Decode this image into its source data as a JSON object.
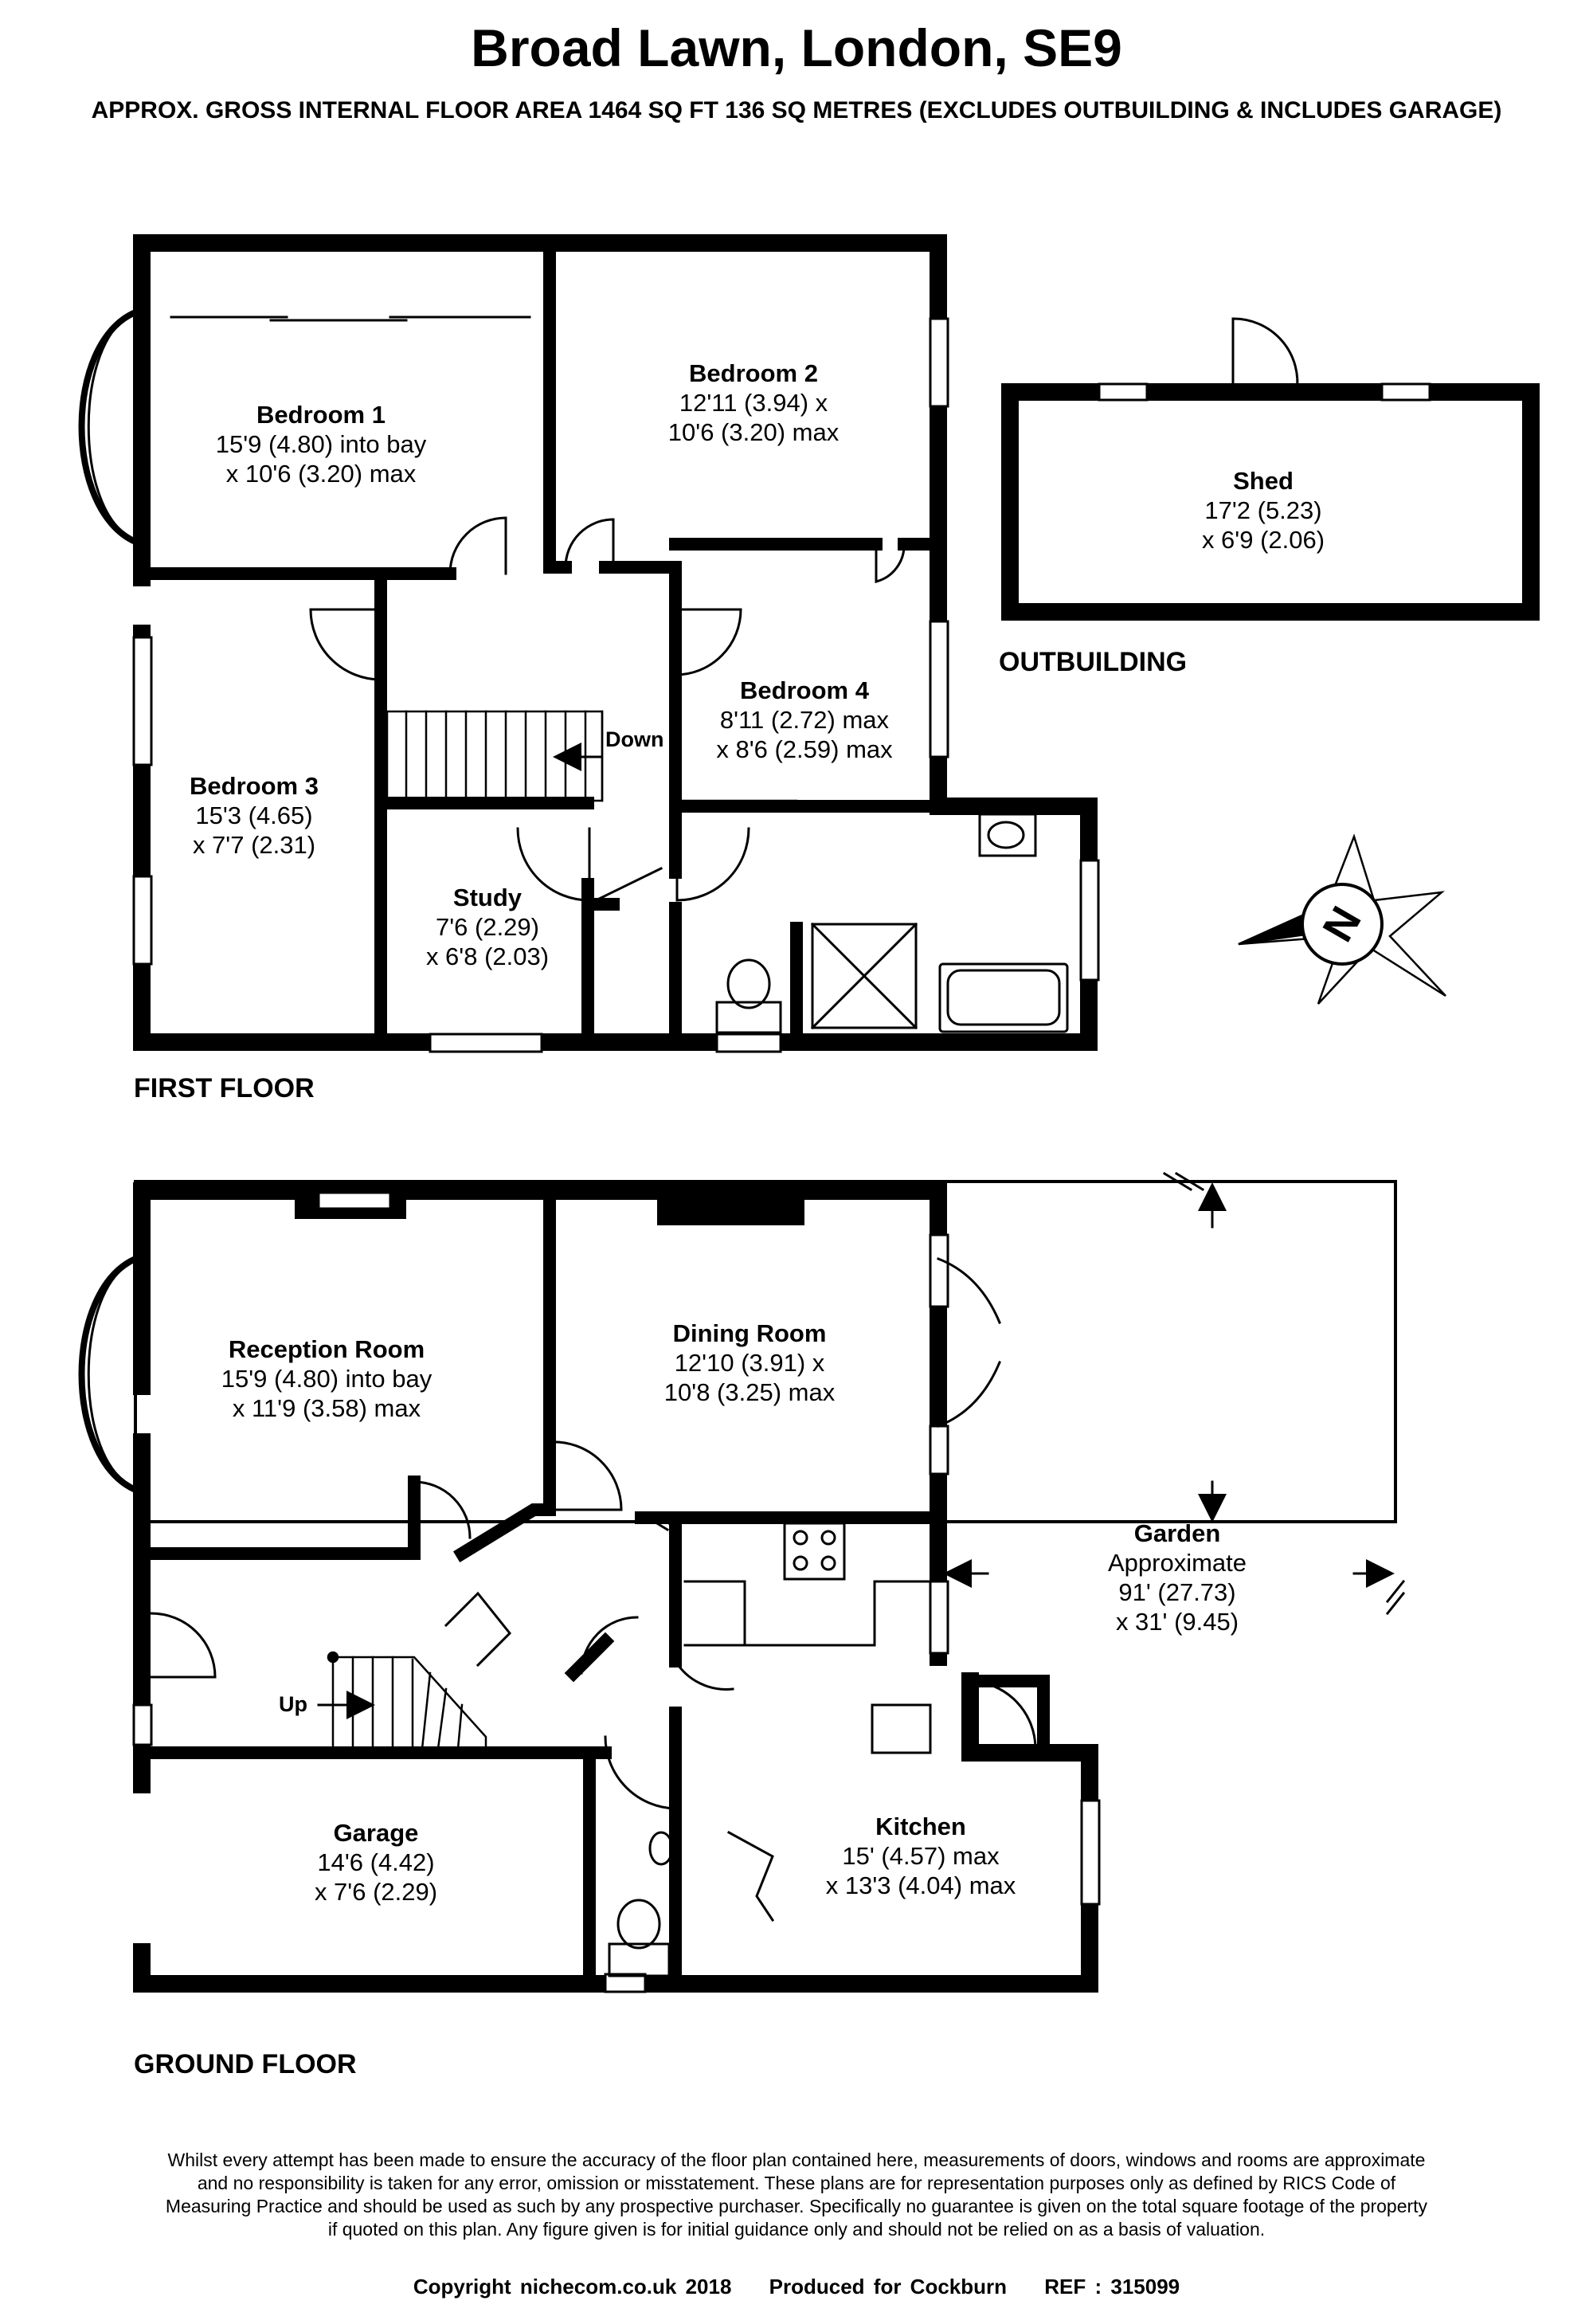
{
  "header": {
    "title": "Broad Lawn, London, SE9",
    "subtitle": "APPROX. GROSS INTERNAL FLOOR AREA 1464 SQ FT 136 SQ METRES (EXCLUDES OUTBUILDING & INCLUDES GARAGE)"
  },
  "first_floor": {
    "label": "FIRST FLOOR",
    "rooms": [
      {
        "name": "Bedroom 1",
        "dim1": "15'9 (4.80) into bay",
        "dim2": "x 10'6 (3.20) max"
      },
      {
        "name": "Bedroom 2",
        "dim1": "12'11 (3.94) x",
        "dim2": "10'6 (3.20) max"
      },
      {
        "name": "Bedroom 3",
        "dim1": "15'3 (4.65)",
        "dim2": "x 7'7 (2.31)"
      },
      {
        "name": "Bedroom 4",
        "dim1": "8'11 (2.72) max",
        "dim2": "x 8'6 (2.59) max"
      },
      {
        "name": "Study",
        "dim1": "7'6 (2.29)",
        "dim2": "x 6'8 (2.03)"
      }
    ],
    "stair_label": "Down"
  },
  "outbuilding": {
    "label": "OUTBUILDING",
    "room": {
      "name": "Shed",
      "dim1": "17'2 (5.23)",
      "dim2": "x 6'9 (2.06)"
    }
  },
  "ground_floor": {
    "label": "GROUND FLOOR",
    "rooms": [
      {
        "name": "Reception Room",
        "dim1": "15'9 (4.80) into bay",
        "dim2": "x 11'9 (3.58) max"
      },
      {
        "name": "Dining Room",
        "dim1": "12'10 (3.91) x",
        "dim2": "10'8 (3.25) max"
      },
      {
        "name": "Garden",
        "dim0": "Approximate",
        "dim1": "91' (27.73)",
        "dim2": "x 31' (9.45)"
      },
      {
        "name": "Garage",
        "dim1": "14'6 (4.42)",
        "dim2": "x 7'6 (2.29)"
      },
      {
        "name": "Kitchen",
        "dim1": "15' (4.57) max",
        "dim2": "x 13'3 (4.04) max"
      }
    ],
    "stair_label": "Up"
  },
  "compass": {
    "letter": "N",
    "icon": "compass-icon"
  },
  "disclaimer": "Whilst every attempt has been made to ensure the accuracy of the floor plan contained here, measurements of doors, windows and rooms are approximate and no responsibility is taken for any error, omission or misstatement. These plans are for representation purposes only as defined by RICS Code of Measuring Practice and should be used as such by any prospective purchaser. Specifically no guarantee is given on the total square footage of the property if quoted on this plan. Any figure given is for initial guidance only and should not be relied on as a basis of valuation.",
  "footer": {
    "copyright": "Copyright nichecom.co.uk 2018",
    "produced": "Produced for Cockburn",
    "ref": "REF : 315099"
  }
}
